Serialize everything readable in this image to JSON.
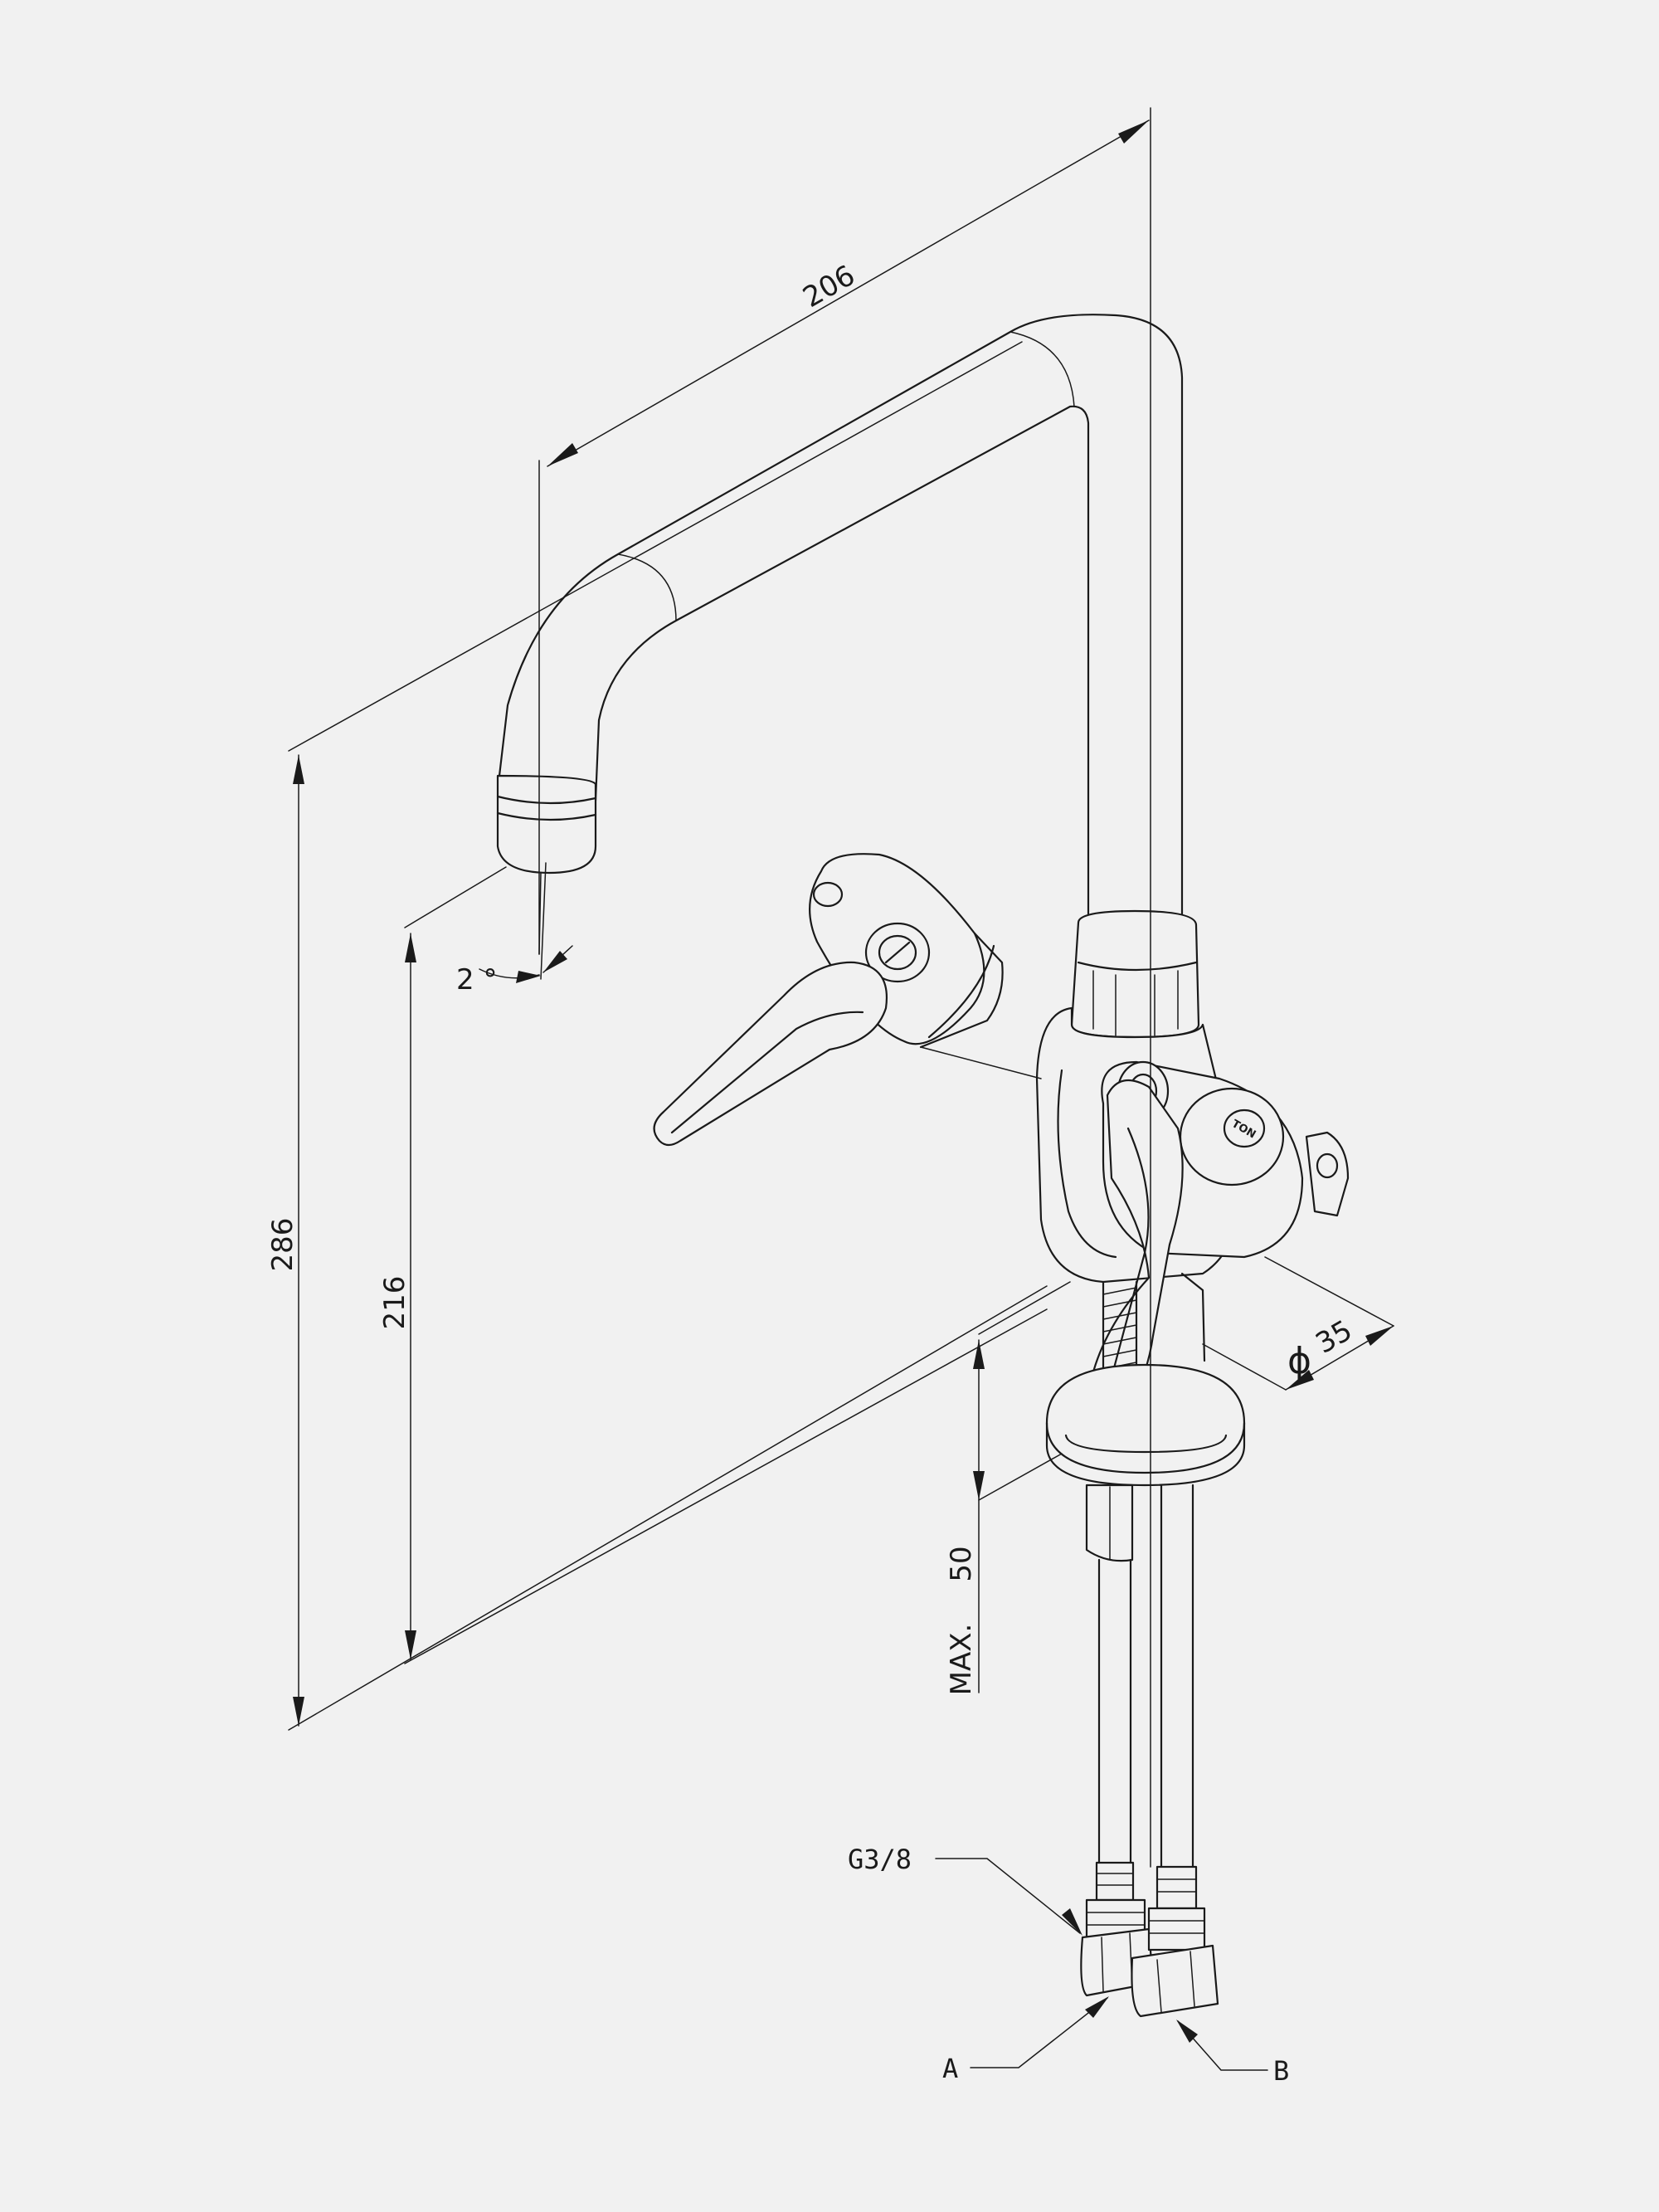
{
  "dimensions": {
    "reach": "206",
    "overall_height": "286",
    "spout_height": "216",
    "spout_angle": "2 °",
    "max_thickness_label": "MAX.",
    "max_thickness_value": "50",
    "body_diameter_symbol": "ϕ",
    "body_diameter": "35"
  },
  "connections": {
    "thread": "G3/8",
    "inlet_a": "A",
    "inlet_b": "B"
  },
  "logo": "TON"
}
